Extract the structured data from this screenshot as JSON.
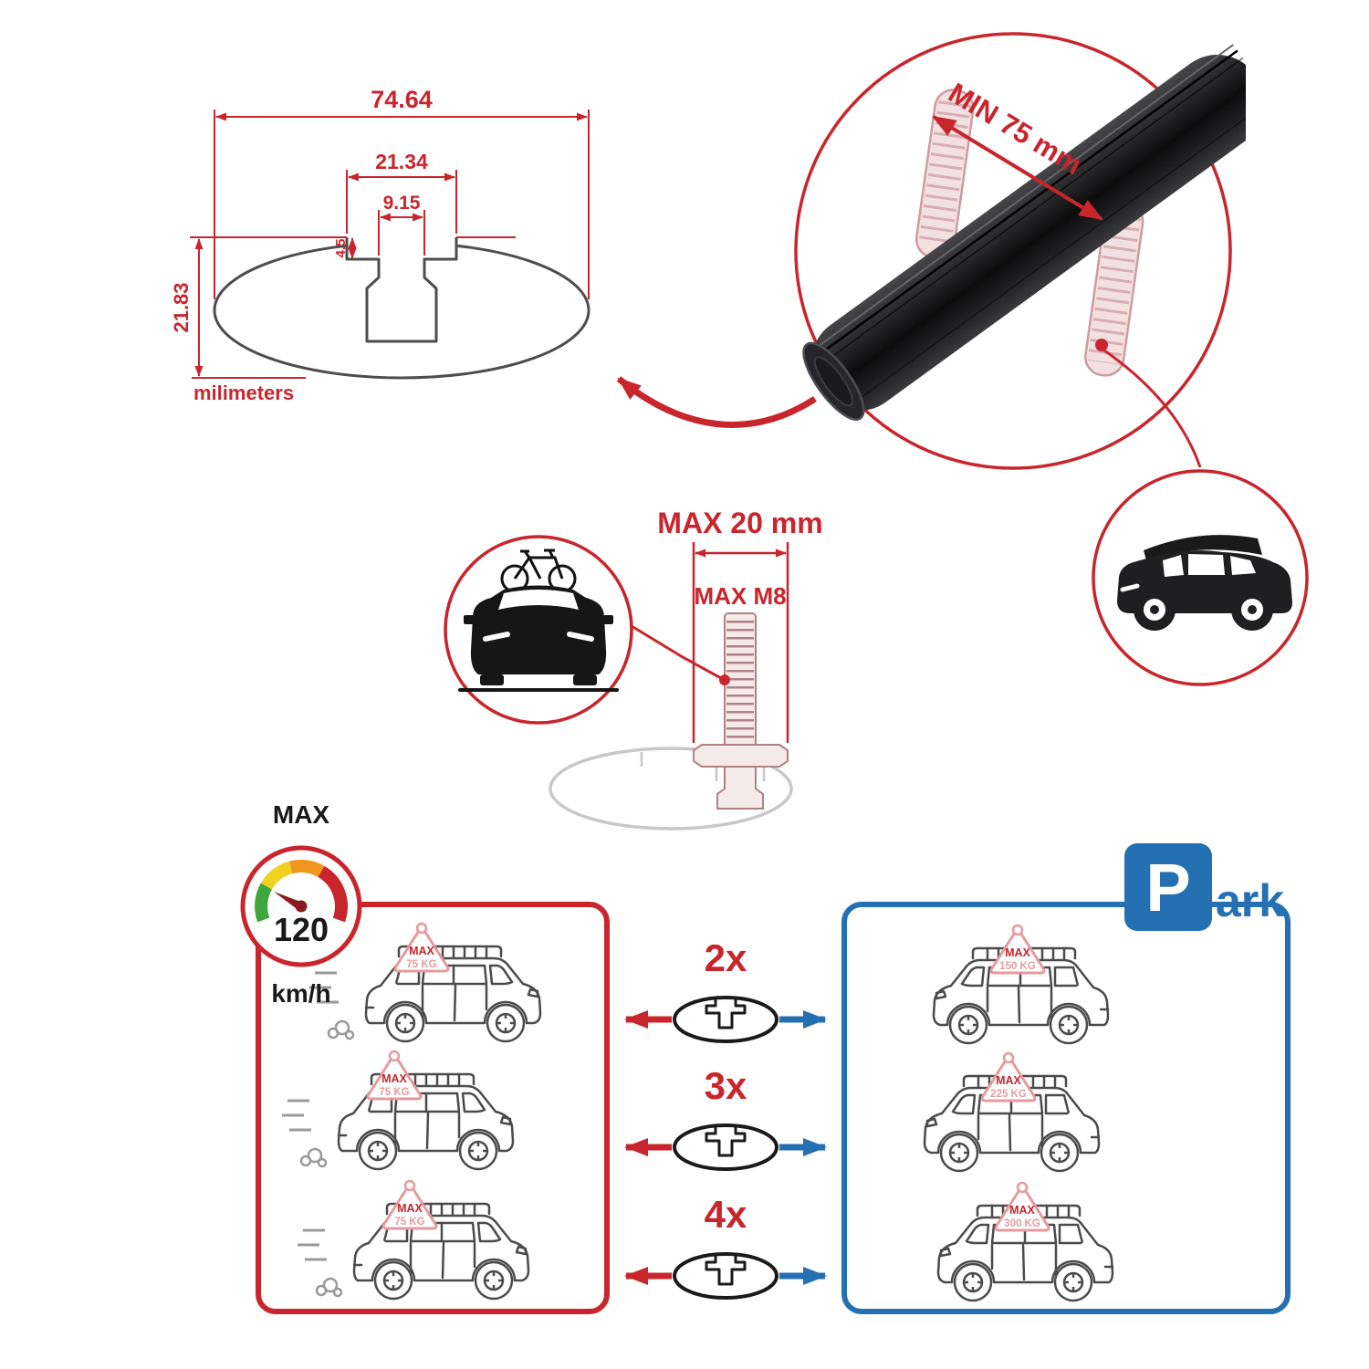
{
  "title": "roof rack crossbar specifications infographic",
  "colors": {
    "red": "#c9252c",
    "blue": "#2470b3",
    "black": "#1a1a1a",
    "outline_gray": "#4b4b4d",
    "light_red": "#e59a9e",
    "light_gray": "#c8c8c8"
  },
  "cross_section": {
    "total_width": "74.64",
    "channel_width": "21.34",
    "slot_width": "9.15",
    "slot_depth": "4.5",
    "total_height": "21.83",
    "units": "milimeters"
  },
  "bar_detail": {
    "min_clearance": "MIN 75 mm"
  },
  "bolt": {
    "max_width": "MAX 20 mm",
    "max_thread": "MAX M8"
  },
  "speed_limit": {
    "label": "MAX",
    "value": "120",
    "units": "km/h"
  },
  "rows": [
    {
      "multiplier": "2x",
      "driving": {
        "label": "MAX",
        "value": "75 KG"
      },
      "parked": {
        "label": "MAX",
        "value": "150 KG"
      }
    },
    {
      "multiplier": "3x",
      "driving": {
        "label": "MAX",
        "value": "75 KG"
      },
      "parked": {
        "label": "MAX",
        "value": "225 KG"
      }
    },
    {
      "multiplier": "4x",
      "driving": {
        "label": "MAX",
        "value": "75 KG"
      },
      "parked": {
        "label": "MAX",
        "value": "300 KG"
      }
    }
  ],
  "park_sign": {
    "p": "P",
    "suffix": "ark"
  }
}
